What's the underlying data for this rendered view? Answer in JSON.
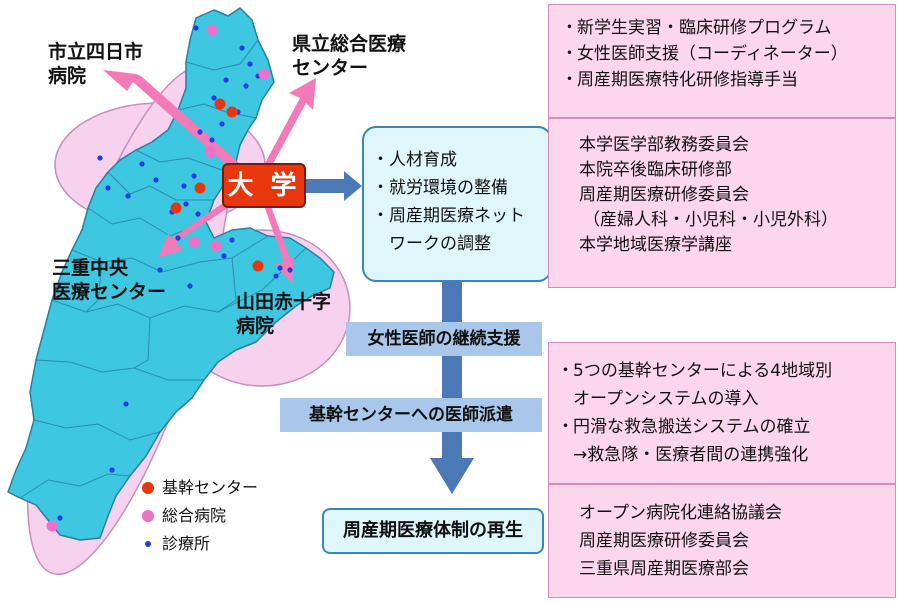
{
  "colors": {
    "map_fill": "#3dc7e0",
    "map_border": "#2a7fa0",
    "region_fill": "#f6d2ee",
    "region_border": "#c58fc0",
    "arrow_pink": "#f27ab8",
    "arrow_blue": "#4a79b5",
    "core_center": "#e8370d",
    "general_hospital": "#f06fc8",
    "clinic": "#1f3fe0",
    "university_box": "#e8370d"
  },
  "map_labels": {
    "yokkaichi": [
      "市立四日市",
      "病院"
    ],
    "prefectural": [
      "県立総合医療",
      "センター"
    ],
    "mie_chuo": [
      "三重中央",
      "医療センター"
    ],
    "yamada": [
      "山田赤十字",
      "病院"
    ]
  },
  "university": {
    "label": "大 学"
  },
  "legend": {
    "core_center": "基幹センター",
    "general_hospital": "総合病院",
    "clinic": "診療所"
  },
  "goals_box": {
    "bullet": "・",
    "items": [
      "人材育成",
      "就労環境の整備",
      "周産期医療ネット",
      "ワークの調整"
    ]
  },
  "flow_labels": {
    "support": "女性医師の継続支援",
    "dispatch": "基幹センターへの医師派遣"
  },
  "result_box": {
    "label": "周産期医療体制の再生"
  },
  "panel_top": {
    "bullet": "・",
    "items": [
      "新学生実習・臨床研修プログラム",
      "女性医師支援（コーディネーター）",
      "周産期医療特化研修指導手当"
    ]
  },
  "panel_committees": {
    "lines": [
      "本学医学部教務委員会",
      "本院卒後臨床研修部",
      "周産期医療研修委員会",
      "（産婦人科・小児科・小児外科）",
      "本学地域医療学講座"
    ]
  },
  "panel_system": {
    "bullet": "・",
    "items": [
      "5つの基幹センターによる4地域別",
      "オープンシステムの導入",
      "円滑な救急搬送システムの確立",
      "→救急隊・医療者間の連携強化"
    ]
  },
  "panel_bottom": {
    "lines": [
      "オープン病院化連絡協議会",
      "周産期医療研修委員会",
      "三重県周産期医療部会"
    ]
  }
}
